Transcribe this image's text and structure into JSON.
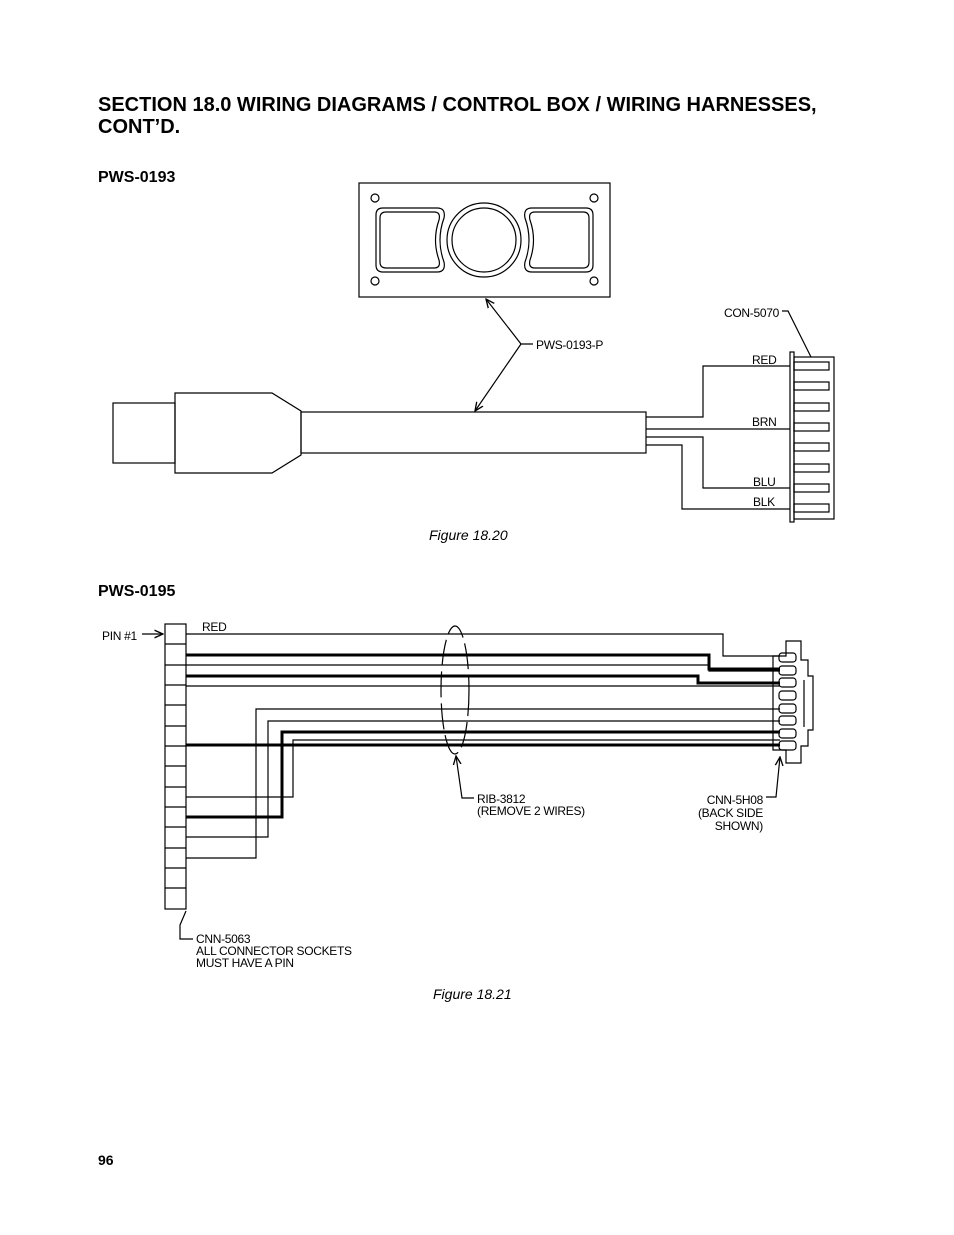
{
  "section_title": "SECTION 18.0 WIRING DIAGRAMS / CONTROL BOX / WIRING HARNESSES, CONT’D.",
  "figure_1": {
    "heading": "PWS-0193",
    "caption": "Figure 18.20",
    "labels": {
      "part": "PWS-0193-P",
      "connector": "CON-5070",
      "wire_red": "RED",
      "wire_brn": "BRN",
      "wire_blu": "BLU",
      "wire_blk": "BLK"
    }
  },
  "figure_2": {
    "heading": "PWS-0195",
    "caption": "Figure 18.21",
    "labels": {
      "pin1": "PIN #1",
      "wire_red": "RED",
      "ribbon_line1": "RIB-3812",
      "ribbon_line2": "(REMOVE 2 WIRES)",
      "right_conn_line1": "CNN-5H08",
      "right_conn_line2": "(BACK SIDE",
      "right_conn_line3": "SHOWN)",
      "left_conn_line1": "CNN-5063",
      "left_conn_line2": "ALL CONNECTOR SOCKETS",
      "left_conn_line3": "MUST HAVE A PIN"
    }
  },
  "page_number": "96"
}
